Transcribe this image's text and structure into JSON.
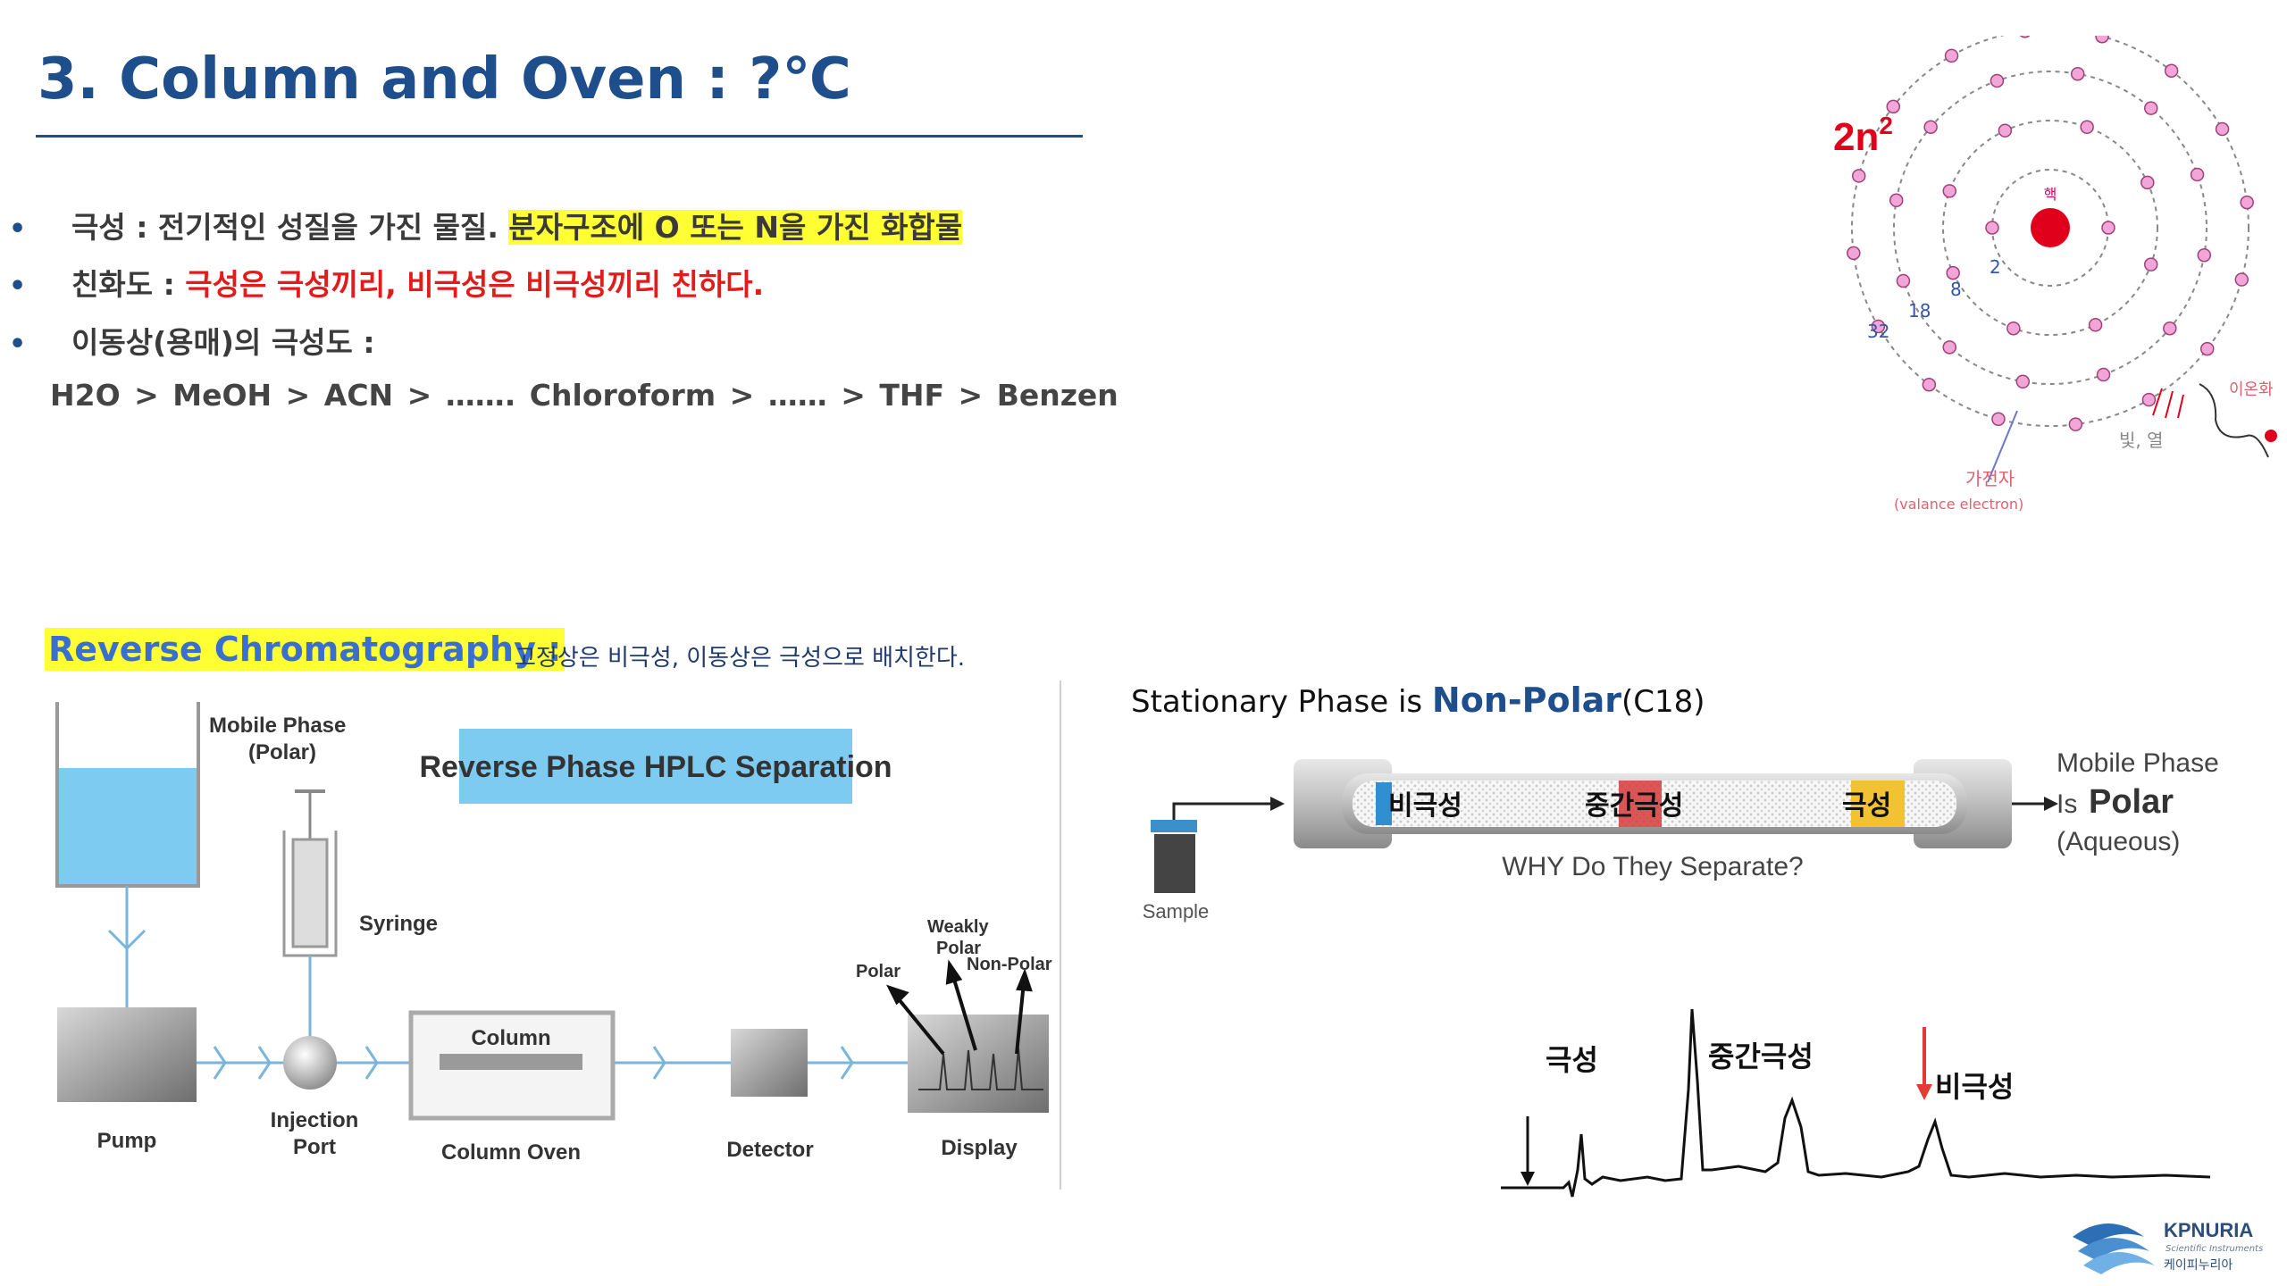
{
  "title": "3. Column and Oven :  ?℃",
  "bullets": [
    {
      "marker": "•",
      "prefix": "극성 : 전기적인 성질을 가진 물질.",
      "highlight": "분자구조에 O 또는 N을 가진 화합물"
    },
    {
      "marker": "•",
      "prefix": "친화도 :",
      "red": "극성은 극성끼리, 비극성은 비극성끼리 친하다."
    },
    {
      "marker": "•",
      "prefix": "이동상(용매)의 극성도 :"
    }
  ],
  "solvent_order": "H2O  >  MeOH  >  ACN  >  ……. Chloroform  >  ……  >  THF  >  Benzen",
  "atom_diagram": {
    "formula": "2n",
    "formula_exp": "2",
    "nucleus_label": "핵",
    "shell_numbers": [
      "2",
      "8",
      "18",
      "32"
    ],
    "valence_label": "가전자",
    "valence_sub": "(valance electron)",
    "light_label": "빛, 열",
    "ionize_label": "이온화",
    "accent": "#e0001b"
  },
  "reverse": {
    "title": "Reverse Chromatography :",
    "description": "고정상은 비극성, 이동상은 극성으로 배치한다."
  },
  "hplc": {
    "banner": "Reverse Phase HPLC Separation",
    "mobile_phase": "Mobile Phase",
    "mobile_phase_sub": "(Polar)",
    "syringe": "Syringe",
    "pump": "Pump",
    "injection": "Injection",
    "port": "Port",
    "column": "Column",
    "column_oven": "Column Oven",
    "detector": "Detector",
    "display": "Display",
    "polar": "Polar",
    "weakly": "Weakly",
    "weakly2": "Polar",
    "nonpolar": "Non-Polar"
  },
  "separation": {
    "header_prefix": "Stationary Phase is",
    "header_bold": "Non-Polar",
    "header_suffix": "(C18)",
    "band_nonpolar": "비극성",
    "band_mid": "중간극성",
    "band_polar": "극성",
    "why": "WHY Do They Separate?",
    "sample": "Sample",
    "mp_line1": "Mobile Phase",
    "mp_is": "Is",
    "mp_polar": "Polar",
    "mp_aqueous": "(Aqueous)"
  },
  "chromatogram": {
    "peak_polar": "극성",
    "peak_mid": "중간극성",
    "peak_nonpolar": "비극성"
  },
  "logo": {
    "name": "KPNURIA",
    "sub": "Scientific Instruments",
    "korean": "케이피누리아"
  }
}
